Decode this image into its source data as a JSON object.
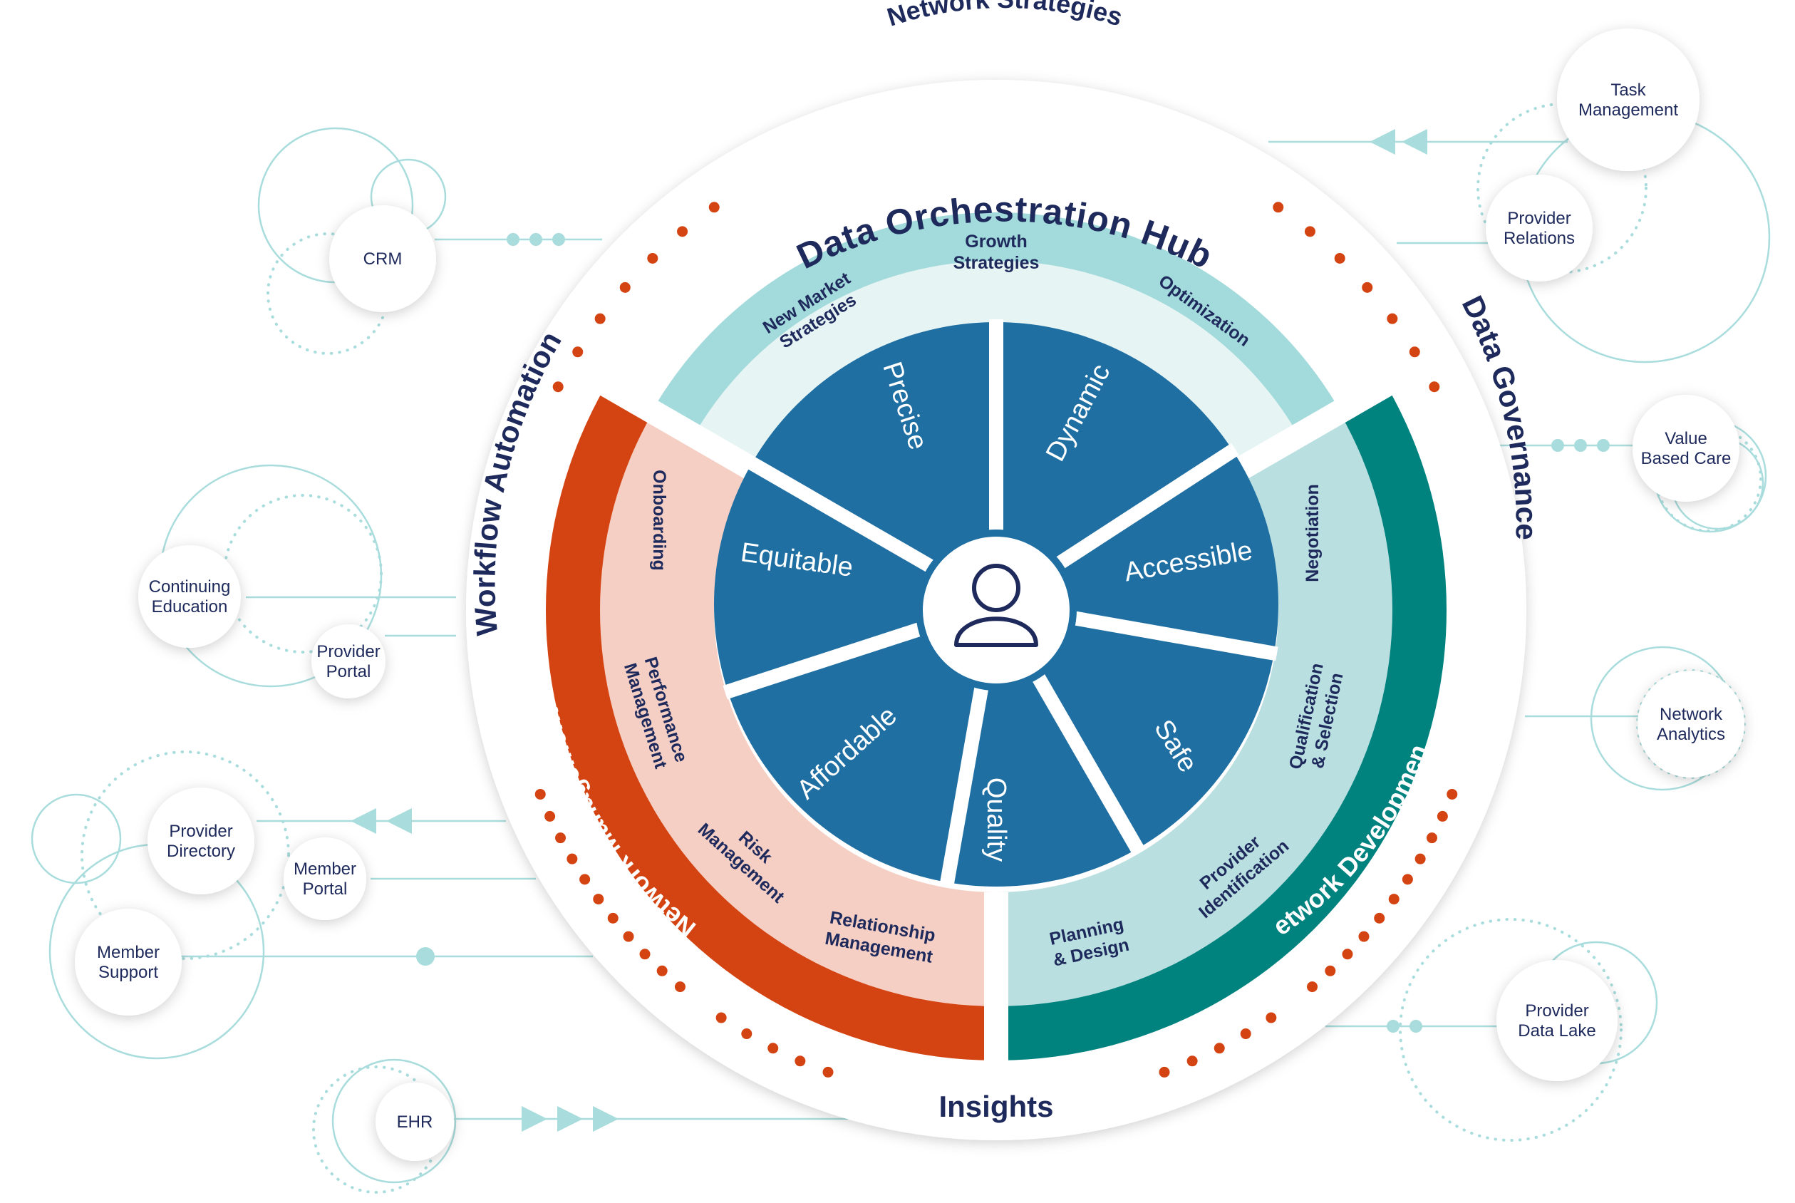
{
  "hub": {
    "outer_title": "Data Orchestration Hub",
    "left_label": "Workflow Automation",
    "right_label": "Data Governance",
    "bottom_label": "Insights"
  },
  "sections": {
    "top": {
      "title": "Network Strategies",
      "items": [
        "New Market Strategies",
        "Growth Strategies",
        "Optimization"
      ]
    },
    "left": {
      "title": "Network Management",
      "items": [
        "Onboarding",
        "Performance Management",
        "Risk Management",
        "Relationship Management"
      ]
    },
    "right": {
      "title": "Network Development",
      "items": [
        "Negotiation",
        "Qualification & Selection",
        "Provider Identification",
        "Planning & Design"
      ]
    }
  },
  "core": {
    "center_icon": "user-icon",
    "segments": [
      "Precise",
      "Dynamic",
      "Accessible",
      "Safe",
      "Quality",
      "Affordable",
      "Equitable"
    ]
  },
  "satellites": [
    {
      "id": "crm",
      "label": "CRM"
    },
    {
      "id": "continuing-education",
      "label": "Continuing Education"
    },
    {
      "id": "provider-portal",
      "label": "Provider Portal"
    },
    {
      "id": "provider-directory",
      "label": "Provider Directory"
    },
    {
      "id": "member-portal",
      "label": "Member Portal"
    },
    {
      "id": "member-support",
      "label": "Member Support"
    },
    {
      "id": "ehr",
      "label": "EHR"
    },
    {
      "id": "task-management",
      "label": "Task Management"
    },
    {
      "id": "provider-relations",
      "label": "Provider Relations"
    },
    {
      "id": "value-based-care",
      "label": "Value Based Care"
    },
    {
      "id": "network-analytics",
      "label": "Network Analytics"
    },
    {
      "id": "provider-data-lake",
      "label": "Provider Data Lake"
    }
  ],
  "colors": {
    "navy": "#1e2a5c",
    "core_blue": "#1f6fa3",
    "teal_light": "#a3dadb",
    "teal_pale": "#e6f4f4",
    "teal_dark": "#00837f",
    "teal_mid": "#b9dfe0",
    "orange": "#d44412",
    "peach": "#f5cfc4",
    "line_teal": "#a9dcdc"
  }
}
